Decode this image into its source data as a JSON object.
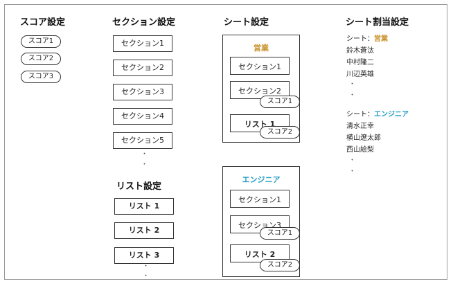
{
  "colors": {
    "eigyo": "#c8922a",
    "engineer": "#1c9ac4",
    "border": "#333333"
  },
  "headings": {
    "score": "スコア設定",
    "section": "セクション設定",
    "sheet": "シート設定",
    "assignment": "シート割当設定",
    "list": "リスト設定"
  },
  "scores": [
    "スコア1",
    "スコア2",
    "スコア3"
  ],
  "sections": [
    "セクション1",
    "セクション2",
    "セクション3",
    "セクション4",
    "セクション5"
  ],
  "lists": [
    "リスト 1",
    "リスト 2",
    "リスト 3"
  ],
  "ellipsis": "・",
  "sheets": [
    {
      "title": "営業",
      "items": [
        {
          "label": "セクション1",
          "tag": ""
        },
        {
          "label": "セクション2",
          "tag": "スコア1"
        },
        {
          "label": "リスト 1",
          "tag": "スコア2"
        }
      ]
    },
    {
      "title": "エンジニア",
      "items": [
        {
          "label": "セクション1",
          "tag": ""
        },
        {
          "label": "セクション3",
          "tag": "スコア1"
        },
        {
          "label": "リスト 2",
          "tag": "スコア2"
        }
      ]
    }
  ],
  "assignments": [
    {
      "prefix": "シート：",
      "sheet": "営業",
      "members": [
        "鈴木蒼汰",
        "中村隆二",
        "川辺英雄"
      ]
    },
    {
      "prefix": "シート：",
      "sheet": "エンジニア",
      "members": [
        "清水正幸",
        "横山遼太郎",
        "西山絵梨"
      ]
    }
  ]
}
